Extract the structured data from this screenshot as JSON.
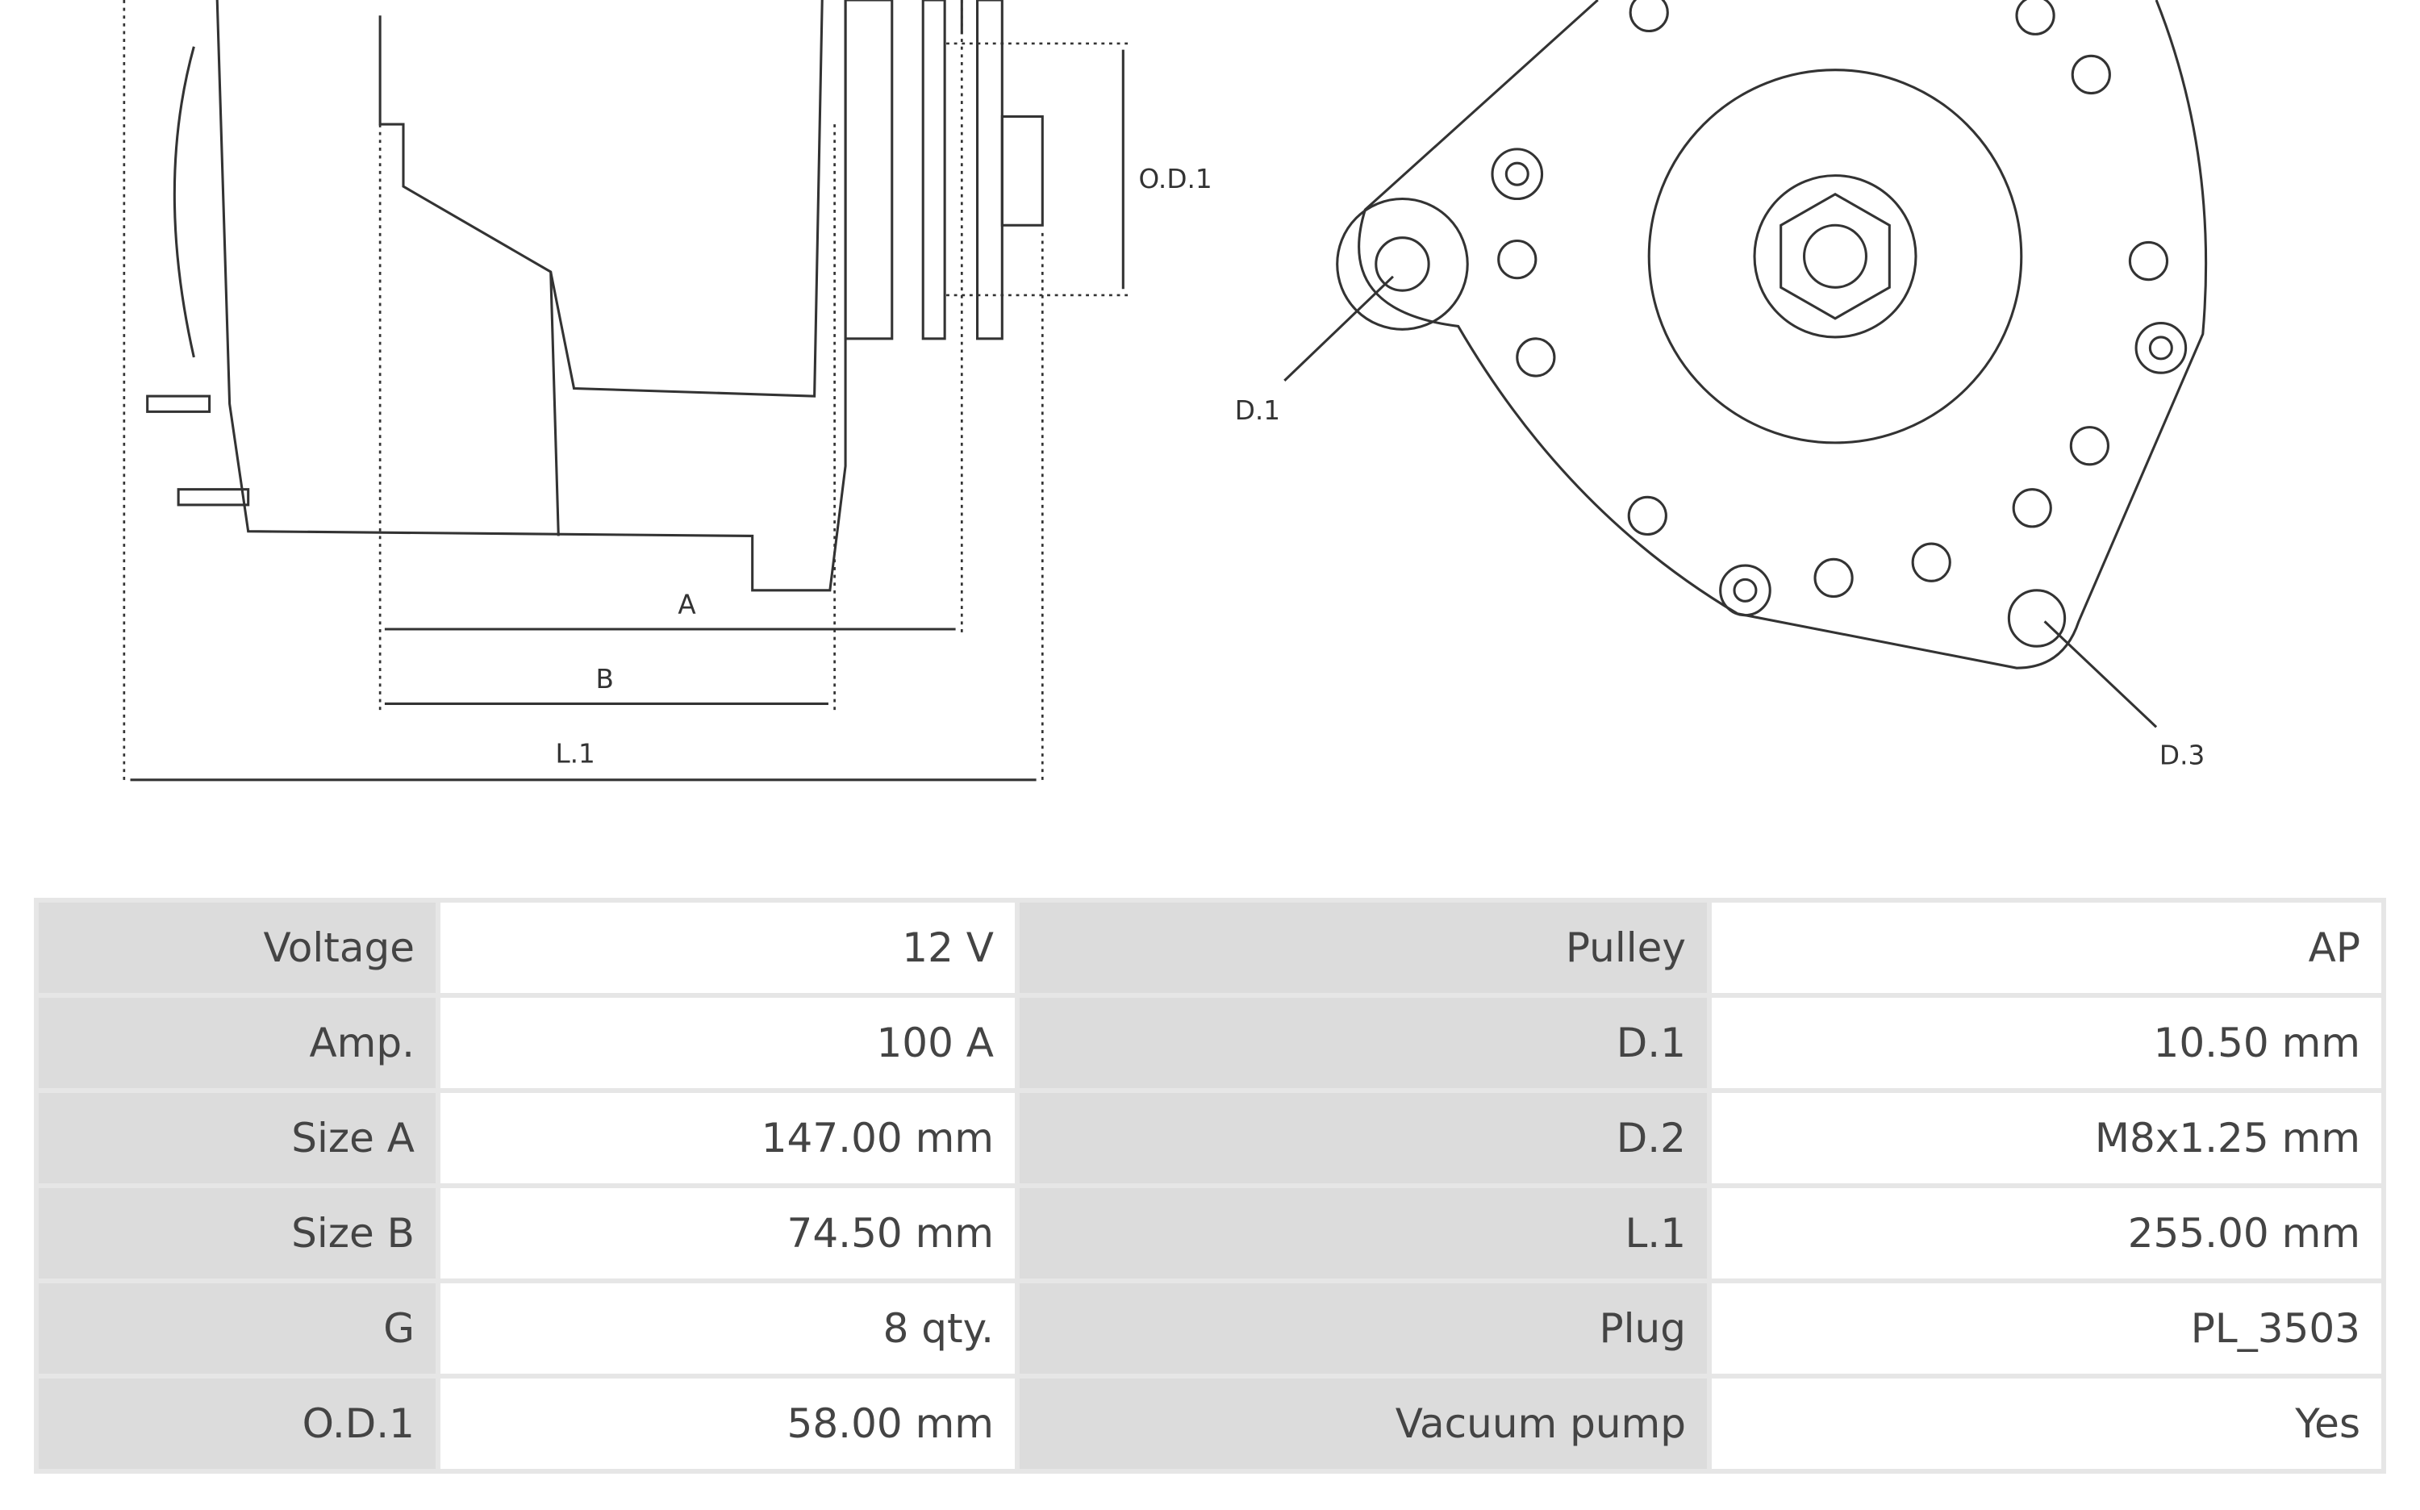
{
  "diagram": {
    "labels": {
      "a": "A",
      "b": "B",
      "l1": "L.1",
      "od1": "O.D.1",
      "d1": "D.1",
      "d3": "D.3"
    }
  },
  "specs": [
    {
      "label": "Voltage",
      "value": "12 V",
      "label2": "Pulley",
      "value2": "AP"
    },
    {
      "label": "Amp.",
      "value": "100 A",
      "label2": "D.1",
      "value2": "10.50 mm"
    },
    {
      "label": "Size A",
      "value": "147.00 mm",
      "label2": "D.2",
      "value2": "M8x1.25 mm"
    },
    {
      "label": "Size B",
      "value": "74.50 mm",
      "label2": "L.1",
      "value2": "255.00 mm"
    },
    {
      "label": "G",
      "value": "8 qty.",
      "label2": "Plug",
      "value2": "PL_3503"
    },
    {
      "label": "O.D.1",
      "value": "58.00 mm",
      "label2": "Vacuum pump",
      "value2": "Yes"
    }
  ]
}
